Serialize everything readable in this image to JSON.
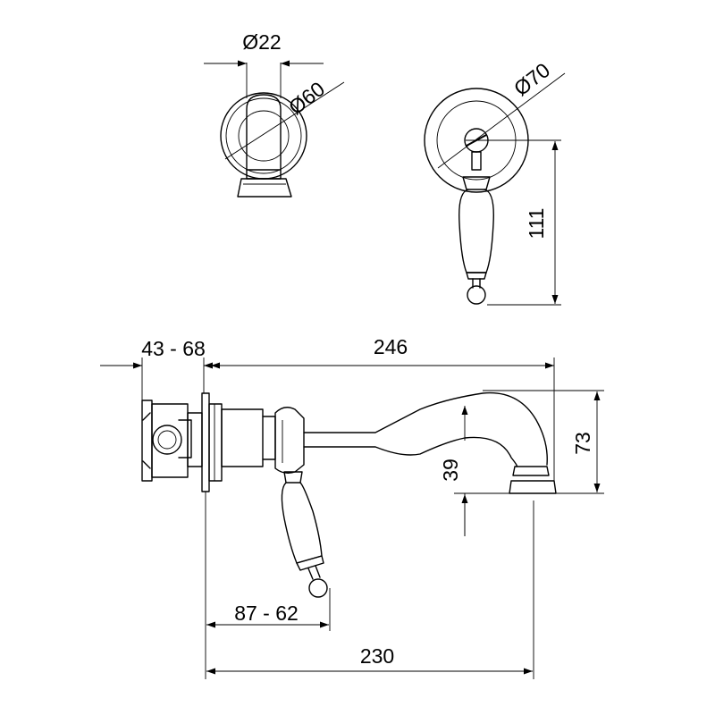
{
  "dimensions": {
    "top_spout_diameter": "Ø22",
    "top_rosette_diameter": "Ø60",
    "handle_rosette_diameter": "Ø70",
    "handle_height": "111",
    "wall_depth": "43 - 68",
    "overall_length": "246",
    "spout_height": "73",
    "outlet_gap": "39",
    "handle_offset": "87 - 62",
    "spout_reach": "230"
  },
  "colors": {
    "line": "#000000",
    "background": "#ffffff"
  }
}
